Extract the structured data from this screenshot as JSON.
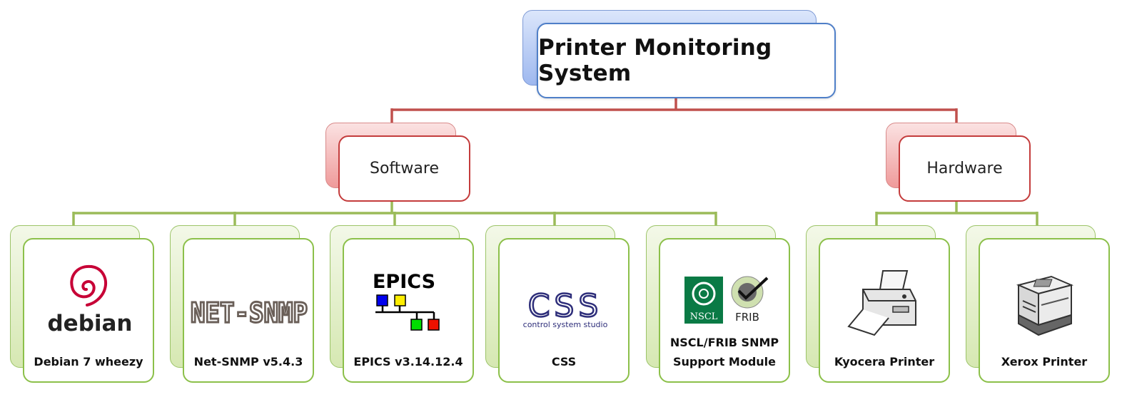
{
  "root": {
    "title": "Printer Monitoring System"
  },
  "categories": [
    {
      "label": "Software"
    },
    {
      "label": "Hardware"
    }
  ],
  "leaves": [
    {
      "label": "Debian 7 wheezy",
      "icon": "debian-logo-icon",
      "logo_text": "debian"
    },
    {
      "label": "Net-SNMP  v5.4.3",
      "icon": "net-snmp-logo-icon",
      "logo_text": "NET-SNMP"
    },
    {
      "label": "EPICS v3.14.12.4",
      "icon": "epics-logo-icon",
      "logo_text": "EPICS"
    },
    {
      "label": "CSS",
      "icon": "css-logo-icon",
      "logo_text": "CSS",
      "logo_subtext": "control system studio"
    },
    {
      "label": "NSCL/FRIB SNMP\nSupport Module",
      "icon": "nscl-frib-logo-icon",
      "logo_text": "NSCL",
      "logo_text2": "FRIB"
    },
    {
      "label": "Kyocera Printer",
      "icon": "printer-icon"
    },
    {
      "label": "Xerox Printer",
      "icon": "multifunction-printer-icon"
    }
  ],
  "colors": {
    "root_connector": "#c0504d",
    "leaf_connector": "#9bbb59",
    "root_border": "#4f7fc8",
    "category_border": "#c43c3c",
    "leaf_border": "#8cc04a"
  }
}
